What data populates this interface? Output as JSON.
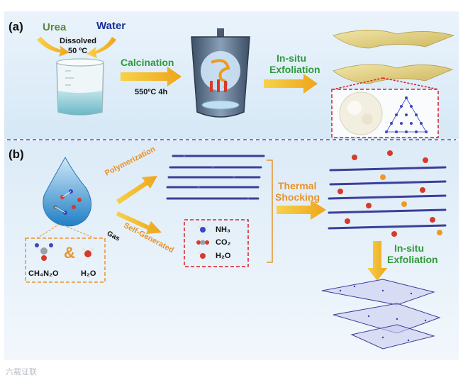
{
  "panel_a": {
    "label": "(a)",
    "urea": "Urea",
    "water": "Water",
    "dissolved": "Dissolved",
    "temp": "50 ºC",
    "calcination": "Calcination",
    "condition": "550ºC 4h",
    "exfoliation_line1": "In-situ",
    "exfoliation_line2": "Exfoliation"
  },
  "panel_b": {
    "label": "(b)",
    "polymerization": "Polymerization",
    "self_generated": "Self-Generated",
    "gas": "Gas",
    "thermal_line1": "Thermal",
    "thermal_line2": "Shocking",
    "gases": [
      "NH₃",
      "CO₂",
      "H₂O"
    ],
    "urea_formula": "CH₄N₂O",
    "ampersand": "&",
    "water_formula": "H₂O",
    "exfoliation_line1": "In-situ",
    "exfoliation_line2": "Exfoliation"
  },
  "watermark": "六载证联",
  "colors": {
    "green": "#2f9a3a",
    "orange": "#e8922a",
    "water_blue": "#1d2f9e",
    "red_dash": "#d81f26",
    "purple_divider": "#6b3fa0",
    "arrow_gold": "#f2b51c"
  }
}
